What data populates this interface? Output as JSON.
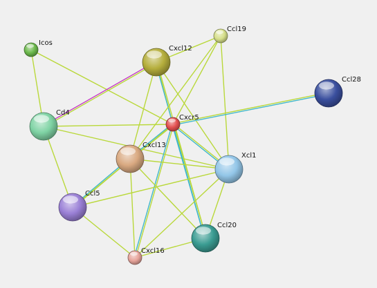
{
  "nodes": [
    {
      "id": "Icos",
      "label": "Icos",
      "color": "#6cb94c"
    },
    {
      "id": "Cxcl12",
      "label": "Cxcl12",
      "color": "#b5ae3c"
    },
    {
      "id": "Ccl19",
      "label": "Ccl19",
      "color": "#d6df8a"
    },
    {
      "id": "Ccl28",
      "label": "Ccl28",
      "color": "#3a4f9e"
    },
    {
      "id": "Cd4",
      "label": "Cd4",
      "color": "#7fd3a4"
    },
    {
      "id": "Cxcr5",
      "label": "Cxcr5",
      "color": "#e35050"
    },
    {
      "id": "Cxcl13",
      "label": "Cxcl13",
      "color": "#d9a981"
    },
    {
      "id": "Xcl1",
      "label": "Xcl1",
      "color": "#93c6e8"
    },
    {
      "id": "Ccl5",
      "label": "Ccl5",
      "color": "#9a80d6"
    },
    {
      "id": "Ccl20",
      "label": "Ccl20",
      "color": "#3a9c92"
    },
    {
      "id": "Cxcl16",
      "label": "Cxcl16",
      "color": "#e7a49b"
    }
  ],
  "edges": [
    {
      "from": "Icos",
      "to": "Cd4",
      "colors": [
        "#b9d83a"
      ]
    },
    {
      "from": "Icos",
      "to": "Cxcr5",
      "colors": [
        "#b9d83a"
      ]
    },
    {
      "from": "Cd4",
      "to": "Cxcl12",
      "colors": [
        "#c63ec6",
        "#b9d83a"
      ]
    },
    {
      "from": "Cd4",
      "to": "Cxcr5",
      "colors": [
        "#b9d83a"
      ]
    },
    {
      "from": "Cd4",
      "to": "Xcl1",
      "colors": [
        "#b9d83a"
      ]
    },
    {
      "from": "Cd4",
      "to": "Ccl5",
      "colors": [
        "#b9d83a"
      ]
    },
    {
      "from": "Cxcl12",
      "to": "Ccl19",
      "colors": [
        "#b9d83a"
      ]
    },
    {
      "from": "Cxcl12",
      "to": "Cxcr5",
      "colors": [
        "#b9d83a"
      ]
    },
    {
      "from": "Cxcl12",
      "to": "Ccl20",
      "colors": [
        "#b9d83a",
        "#3fb7c9"
      ]
    },
    {
      "from": "Cxcl12",
      "to": "Cxcl13",
      "colors": [
        "#b9d83a"
      ]
    },
    {
      "from": "Cxcl12",
      "to": "Xcl1",
      "colors": [
        "#b9d83a"
      ]
    },
    {
      "from": "Ccl19",
      "to": "Cxcr5",
      "colors": [
        "#b9d83a"
      ]
    },
    {
      "from": "Ccl19",
      "to": "Xcl1",
      "colors": [
        "#b9d83a"
      ]
    },
    {
      "from": "Ccl19",
      "to": "Cxcl13",
      "colors": [
        "#b9d83a"
      ]
    },
    {
      "from": "Cxcr5",
      "to": "Ccl28",
      "colors": [
        "#b9d83a",
        "#3fb7c9"
      ]
    },
    {
      "from": "Cxcr5",
      "to": "Cxcl13",
      "colors": [
        "#b9d83a",
        "#3fb7c9"
      ]
    },
    {
      "from": "Cxcr5",
      "to": "Xcl1",
      "colors": [
        "#b9d83a",
        "#3fb7c9"
      ]
    },
    {
      "from": "Cxcr5",
      "to": "Ccl20",
      "colors": [
        "#b9d83a",
        "#3fb7c9"
      ]
    },
    {
      "from": "Cxcr5",
      "to": "Cxcl16",
      "colors": [
        "#b9d83a",
        "#3fb7c9"
      ]
    },
    {
      "from": "Cxcr5",
      "to": "Ccl5",
      "colors": [
        "#b9d83a"
      ]
    },
    {
      "from": "Cxcl13",
      "to": "Ccl5",
      "colors": [
        "#b9d83a",
        "#3fb7c9"
      ]
    },
    {
      "from": "Cxcl13",
      "to": "Xcl1",
      "colors": [
        "#b9d83a"
      ]
    },
    {
      "from": "Cxcl13",
      "to": "Ccl20",
      "colors": [
        "#b9d83a"
      ]
    },
    {
      "from": "Cxcl13",
      "to": "Cxcl16",
      "colors": [
        "#b9d83a"
      ]
    },
    {
      "from": "Xcl1",
      "to": "Ccl5",
      "colors": [
        "#b9d83a"
      ]
    },
    {
      "from": "Xcl1",
      "to": "Ccl20",
      "colors": [
        "#b9d83a"
      ]
    },
    {
      "from": "Xcl1",
      "to": "Cxcl16",
      "colors": [
        "#b9d83a"
      ]
    },
    {
      "from": "Ccl5",
      "to": "Cxcl16",
      "colors": [
        "#b9d83a"
      ]
    },
    {
      "from": "Ccl20",
      "to": "Cxcl16",
      "colors": [
        "#b9d83a"
      ]
    }
  ]
}
